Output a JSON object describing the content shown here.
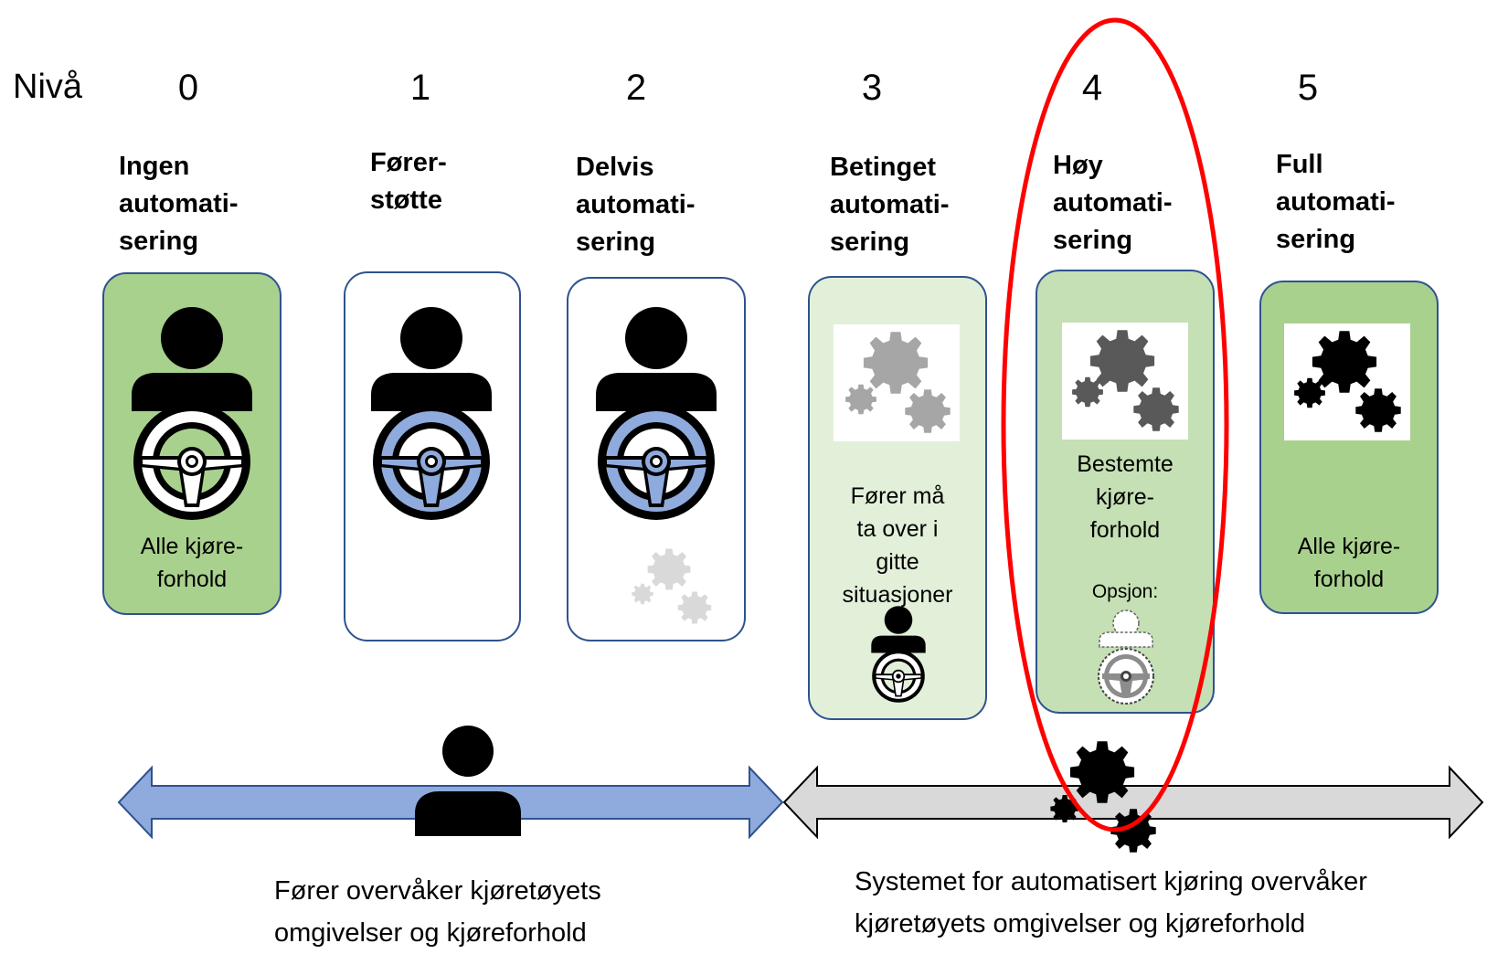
{
  "level_label": "Nivå",
  "levels": [
    {
      "number": "0",
      "heading": "Ingen\nautomati-\nsering",
      "card_text": "Alle  kjøre-\nforhold"
    },
    {
      "number": "1",
      "heading": "Fører-\nstøtte",
      "card_text": ""
    },
    {
      "number": "2",
      "heading": "Delvis\nautomati-\nsering",
      "card_text": ""
    },
    {
      "number": "3",
      "heading": "Betinget\nautomati-\nsering",
      "card_text": "Fører må\nta over i\ngitte\nsituasjoner"
    },
    {
      "number": "4",
      "heading": "Høy\nautomati-\nsering",
      "card_text": "Bestemte\nkjøre-\nforhold",
      "option_label": "Opsjon:"
    },
    {
      "number": "5",
      "heading": "Full\nautomati-\nsering",
      "card_text": "Alle  kjøre-\nforhold"
    }
  ],
  "bottom": {
    "driver_text": "Fører overvåker kjøretøyets\nomgivelser og kjøreforhold",
    "system_text": "Systemet for automatisert kjøring overvåker\nkjøretøyets omgivelser og kjøreforhold"
  },
  "colors": {
    "card_green": "#a9d18e",
    "card_light_green": "#e2f0d9",
    "card_mid_green": "#c5e0b4",
    "card_border": "#2f528f",
    "wheel_blue": "#8faadc",
    "arrow_blue": "#8faadc",
    "arrow_grey": "#d9d9d9",
    "highlight_red": "#ff0000"
  },
  "icons": [
    "driver-icon",
    "steering-wheel-icon",
    "gears-icon"
  ]
}
